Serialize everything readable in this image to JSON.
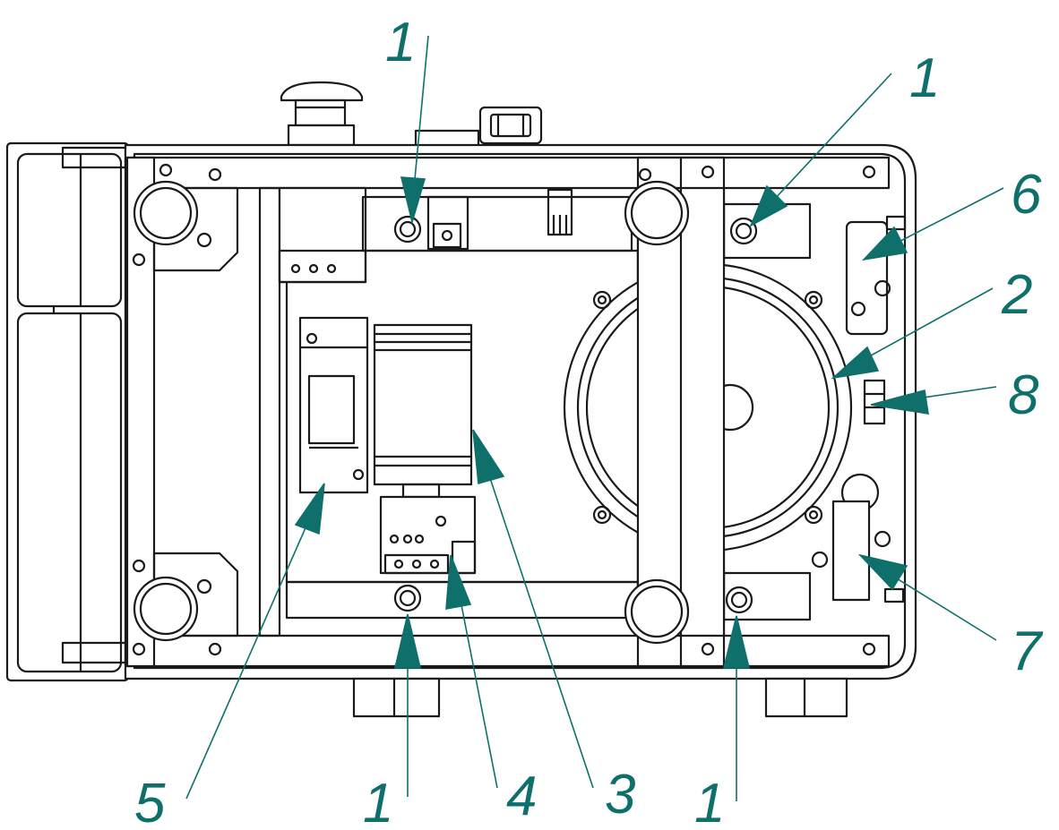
{
  "colors": {
    "line": "#1a1a1a",
    "callout": "#0f6f6b",
    "background": "#ffffff",
    "panel": "#ffffff"
  },
  "callouts": [
    {
      "id": "c1a",
      "label": "1"
    },
    {
      "id": "c1b",
      "label": "1"
    },
    {
      "id": "c1c",
      "label": "1"
    },
    {
      "id": "c1d",
      "label": "1"
    },
    {
      "id": "c2",
      "label": "2"
    },
    {
      "id": "c3",
      "label": "3"
    },
    {
      "id": "c4",
      "label": "4"
    },
    {
      "id": "c5",
      "label": "5"
    },
    {
      "id": "c6",
      "label": "6"
    },
    {
      "id": "c7",
      "label": "7"
    },
    {
      "id": "c8",
      "label": "8"
    }
  ]
}
